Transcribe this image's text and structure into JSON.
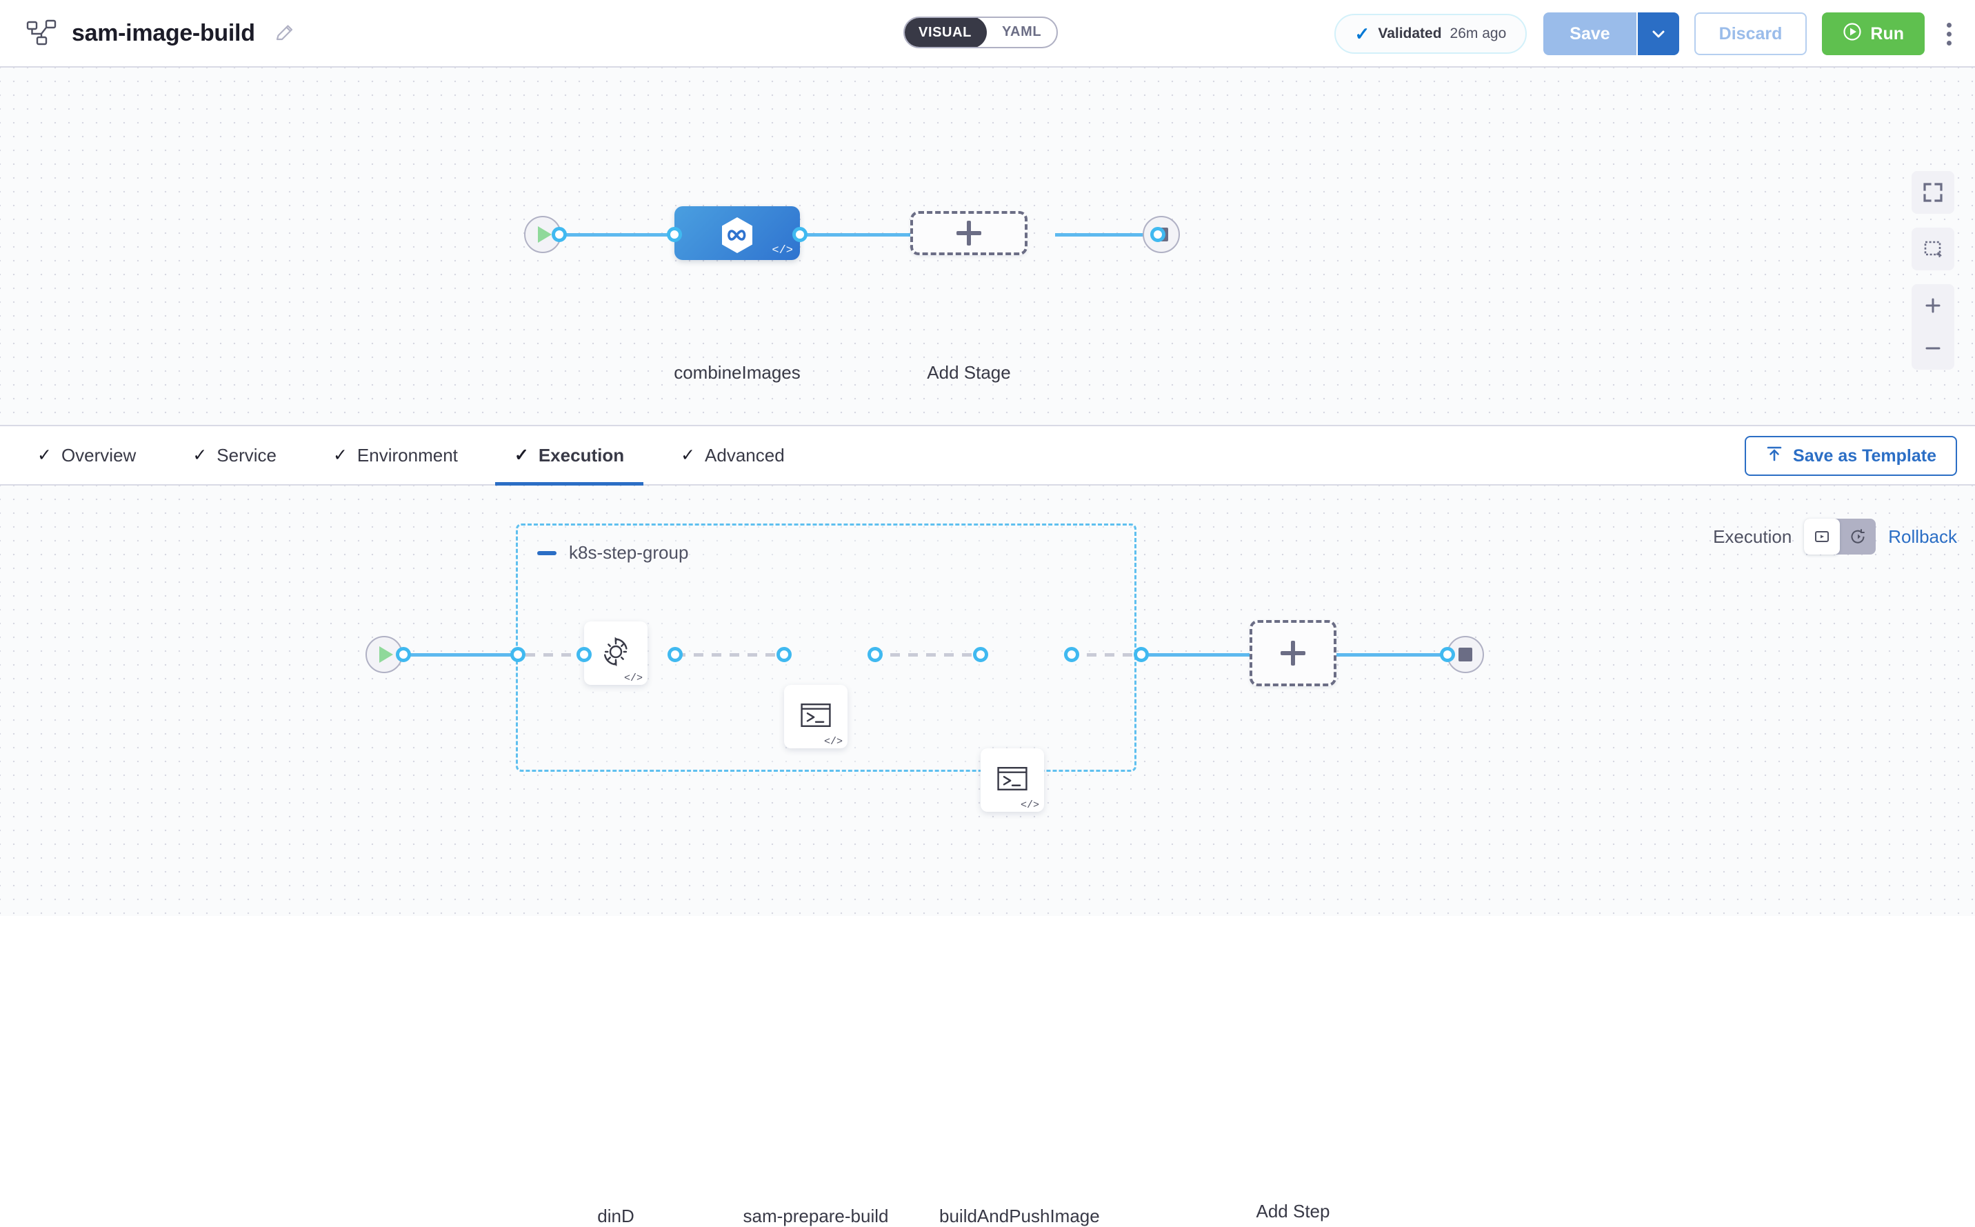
{
  "header": {
    "pipeline_icon": "pipeline-nodes-icon",
    "title": "sam-image-build",
    "edit_icon": "pencil-icon",
    "view_toggle": {
      "options": [
        "VISUAL",
        "YAML"
      ],
      "selected": "VISUAL"
    },
    "validated": {
      "icon": "check-icon",
      "label": "Validated",
      "time": "26m ago"
    },
    "save_label": "Save",
    "save_caret_icon": "chevron-down-icon",
    "discard_label": "Discard",
    "run": {
      "icon": "play-circle-icon",
      "label": "Run"
    },
    "more_icon": "kebab-menu-icon",
    "colors": {
      "save_bg": "#9abcea",
      "save_caret_bg": "#2b6ec5",
      "discard_text": "#9abcea",
      "run_bg": "#5fc04f",
      "accent_blue": "#2b6ec5",
      "connector_blue": "#5db9ef",
      "group_border": "#5fc0ef"
    }
  },
  "stage_canvas": {
    "start_node": {
      "icon": "play-icon"
    },
    "end_node": {
      "icon": "stop-icon"
    },
    "stages": [
      {
        "label": "combineImages",
        "icon": "harness-infinity-icon",
        "badge": "code-badge-icon",
        "selected": true
      }
    ],
    "add_stage": {
      "icon": "plus-icon",
      "label": "Add Stage"
    },
    "controls": [
      {
        "name": "fit-to-screen-icon"
      },
      {
        "name": "selection-box-icon"
      },
      {
        "name": "zoom-in-icon"
      },
      {
        "name": "zoom-out-icon"
      }
    ]
  },
  "tabs": {
    "items": [
      {
        "label": "Overview",
        "check": "✓",
        "active": false
      },
      {
        "label": "Service",
        "check": "✓",
        "active": false
      },
      {
        "label": "Environment",
        "check": "✓",
        "active": false
      },
      {
        "label": "Execution",
        "check": "✓",
        "active": true
      },
      {
        "label": "Advanced",
        "check": "✓",
        "active": false
      }
    ],
    "save_as_template": {
      "icon": "template-upload-icon",
      "label": "Save as Template"
    }
  },
  "execution_canvas": {
    "mode_switch": {
      "left_label": "Execution",
      "right_label": "Rollback",
      "left_icon": "execution-play-box-icon",
      "right_icon": "rollback-rotate-icon",
      "selected": "Execution"
    },
    "start_node": {
      "icon": "play-icon"
    },
    "end_node": {
      "icon": "stop-icon"
    },
    "step_group": {
      "collapse_icon": "minus-icon",
      "title": "k8s-step-group",
      "steps": [
        {
          "label": "dinD",
          "icon": "gear-sync-icon",
          "badge": "code-badge-icon"
        },
        {
          "label": "sam-prepare-build",
          "icon": "terminal-icon",
          "badge": "code-badge-icon"
        },
        {
          "label": "buildAndPushImage",
          "icon": "terminal-icon",
          "badge": "code-badge-icon"
        }
      ]
    },
    "add_step": {
      "icon": "plus-icon",
      "label": "Add Step"
    }
  }
}
